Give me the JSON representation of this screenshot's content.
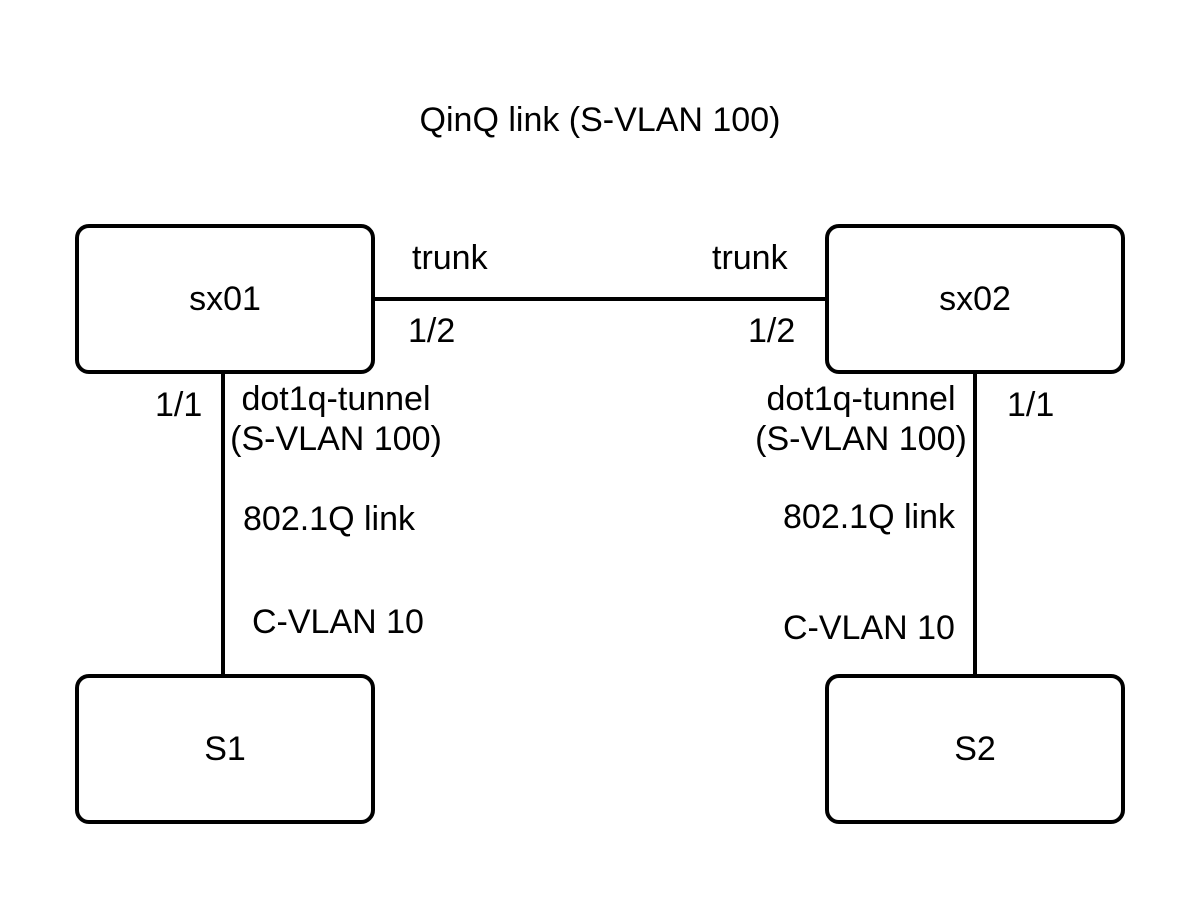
{
  "diagram": {
    "title": "QinQ link (S-VLAN 100)",
    "colors": {
      "line": "#000000",
      "box_border": "#000000",
      "box_fill": "#ffffff",
      "background": "#ffffff",
      "text": "#000000"
    },
    "nodes": {
      "sx01": {
        "label": "sx01"
      },
      "sx02": {
        "label": "sx02"
      },
      "s1": {
        "label": "S1"
      },
      "s2": {
        "label": "S2"
      }
    },
    "trunk_link": {
      "left_mode": "trunk",
      "right_mode": "trunk",
      "left_port": "1/2",
      "right_port": "1/2"
    },
    "left_link": {
      "port": "1/1",
      "tunnel_line1": "dot1q-tunnel",
      "tunnel_line2": "(S-VLAN 100)",
      "link_type": "802.1Q link",
      "cvlan": "C-VLAN 10"
    },
    "right_link": {
      "port": "1/1",
      "tunnel_line1": "dot1q-tunnel",
      "tunnel_line2": "(S-VLAN 100)",
      "link_type": "802.1Q link",
      "cvlan": "C-VLAN 10"
    }
  }
}
